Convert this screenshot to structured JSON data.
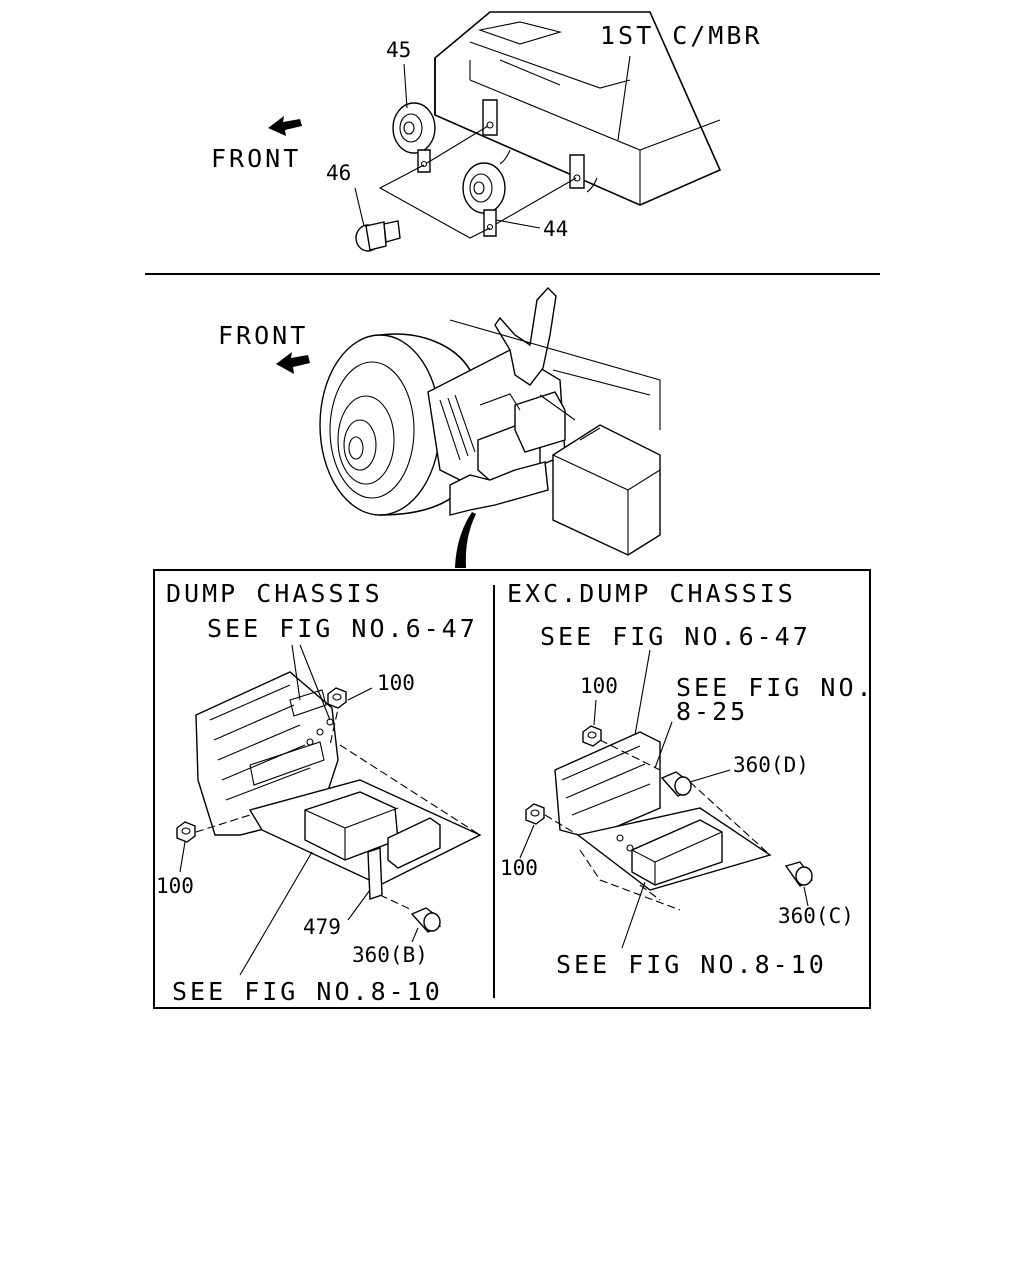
{
  "top": {
    "member_label": "1ST C/MBR",
    "front_label": "FRONT",
    "callouts": {
      "horn_upper": "45",
      "bolt": "46",
      "horn_lower": "44"
    }
  },
  "middle": {
    "front_label": "FRONT"
  },
  "detail_left": {
    "title": "DUMP CHASSIS",
    "ref_top": "SEE FIG NO.6-47",
    "ref_bottom": "SEE FIG NO.8-10",
    "callouts": {
      "nut_upper": "100",
      "nut_lower": "100",
      "bracket": "479",
      "bolt": "360(B)"
    }
  },
  "detail_right": {
    "title": "EXC.DUMP CHASSIS",
    "ref_top": "SEE FIG NO.6-47",
    "ref_mid_1": "SEE FIG NO.",
    "ref_mid_2": "8-25",
    "ref_bottom": "SEE FIG NO.8-10",
    "callouts": {
      "nut_upper": "100",
      "nut_lower": "100",
      "bolt_d": "360(D)",
      "bolt_c": "360(C)"
    }
  }
}
